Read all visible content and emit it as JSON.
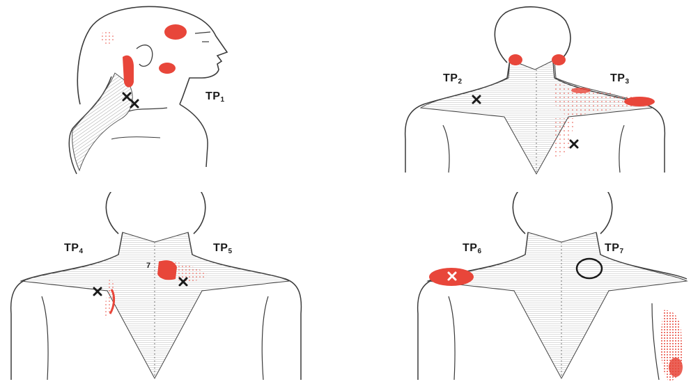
{
  "colors": {
    "referral": "#e8463a",
    "outline": "#3a3a3a",
    "marker": "#1a1a1a",
    "muscle": "#9a9a9a"
  },
  "panels": [
    {
      "id": "side",
      "labels": [
        {
          "main": "TP",
          "sub": "1"
        }
      ]
    },
    {
      "id": "back-top",
      "labels": [
        {
          "main": "TP",
          "sub": "2"
        },
        {
          "main": "TP",
          "sub": "3"
        }
      ]
    },
    {
      "id": "back-mid",
      "labels": [
        {
          "main": "TP",
          "sub": "4"
        },
        {
          "main": "TP",
          "sub": "5"
        }
      ],
      "small_label": "7"
    },
    {
      "id": "back-low",
      "labels": [
        {
          "main": "TP",
          "sub": "6"
        },
        {
          "main": "TP",
          "sub": "7"
        }
      ]
    }
  ]
}
